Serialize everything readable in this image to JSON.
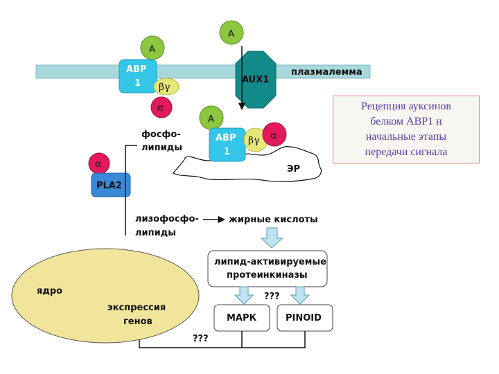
{
  "caption": {
    "lines": [
      "Рецепция ауксинов",
      "белком АВР1 и",
      "начальные этапы",
      "передачи сигнала"
    ]
  },
  "labels": {
    "auxin": "A",
    "abp": "ABP",
    "abp_num": "1",
    "beta_gamma": "βγ",
    "alpha": "α",
    "aux1": "AUX1",
    "plasmalemma": "плазмалемма",
    "phospholipids_1": "фосфо-",
    "phospholipids_2": "липиды",
    "er": "ЭР",
    "pla2": "PLA2",
    "lysophospho_1": "лизофосфо-",
    "lysophospho_2": "липиды",
    "fatty_acids": "жирные кислоты",
    "kinases_1": "липид-активируемые",
    "kinases_2": "протеинкиназы",
    "unknown": "???",
    "mapk": "МАРК",
    "pinoid": "PINOID",
    "nucleus": "ядро",
    "expression_1": "экспрессия",
    "expression_2": "генов"
  },
  "colors": {
    "membrane": "#a8d8dc",
    "auxin_green": "#8dc63f",
    "abp_cyan": "#33c6e8",
    "alpha_red": "#e2195a",
    "beta_yellow": "#e8e87a",
    "aux1_teal": "#138a8a",
    "pla2_blue": "#3a88d8",
    "nucleus_yellow": "#f0e59a",
    "arrow_fill": "#bfe3f0"
  }
}
